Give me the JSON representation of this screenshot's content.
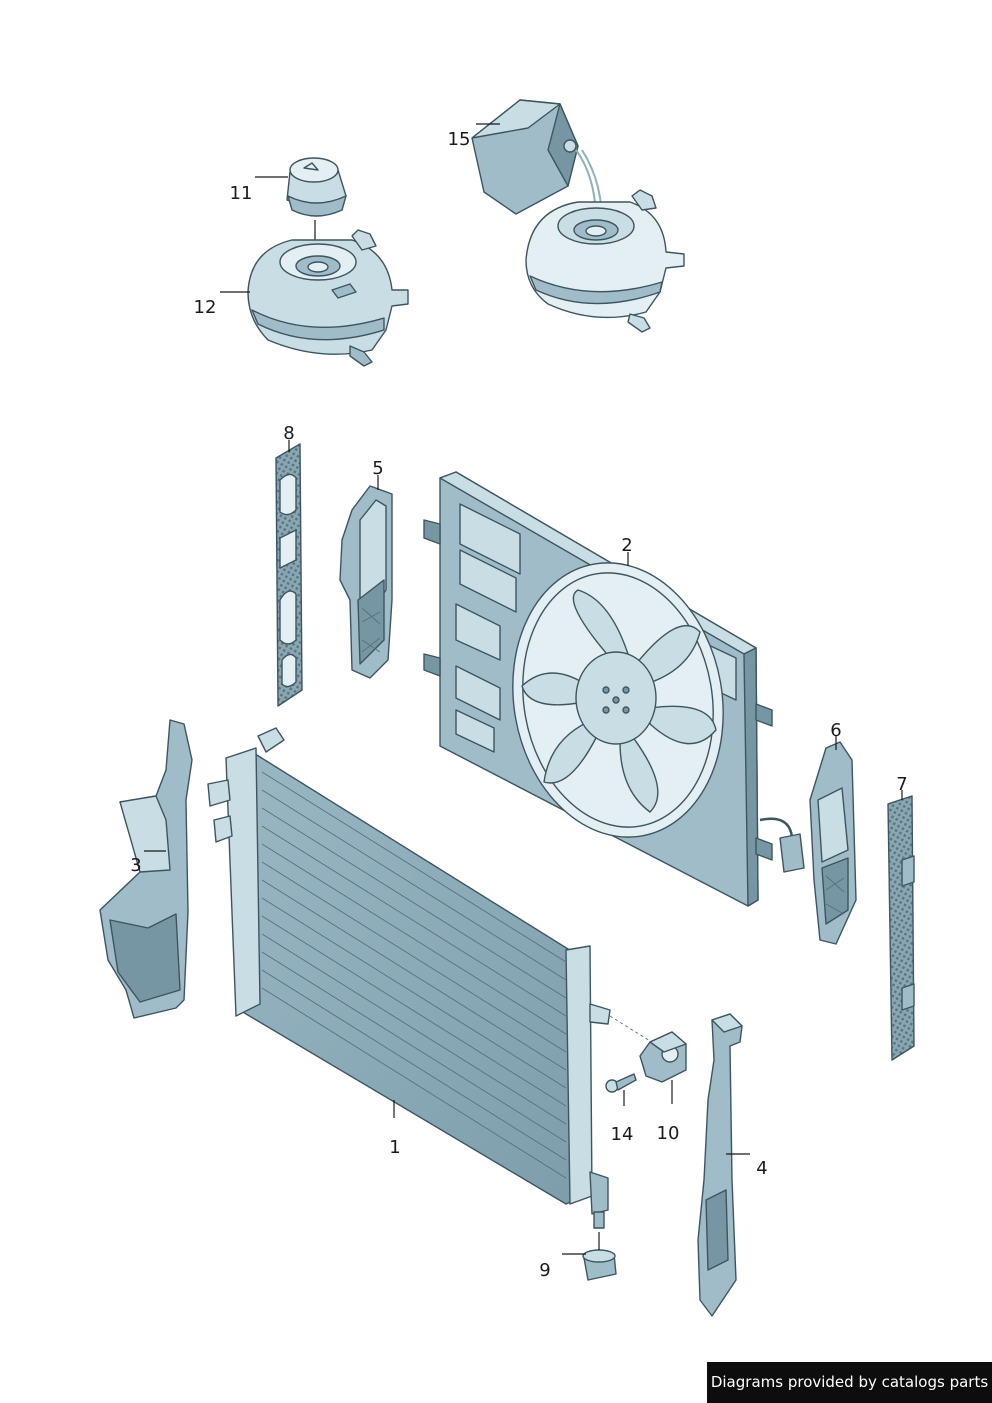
{
  "callouts": {
    "p1": "1",
    "p2": "2",
    "p3": "3",
    "p4": "4",
    "p5": "5",
    "p6": "6",
    "p7": "7",
    "p8": "8",
    "p9": "9",
    "p10": "10",
    "p11": "11",
    "p12": "12",
    "p14": "14",
    "p15": "15"
  },
  "credit": {
    "text": "Diagrams provided by catalogs parts"
  },
  "colors": {
    "part_light": "#c9dde5",
    "part_mid": "#9fbcc8",
    "part_dark": "#7796a4",
    "outline": "#3e5560",
    "credit_bg": "#0d0d0d"
  }
}
